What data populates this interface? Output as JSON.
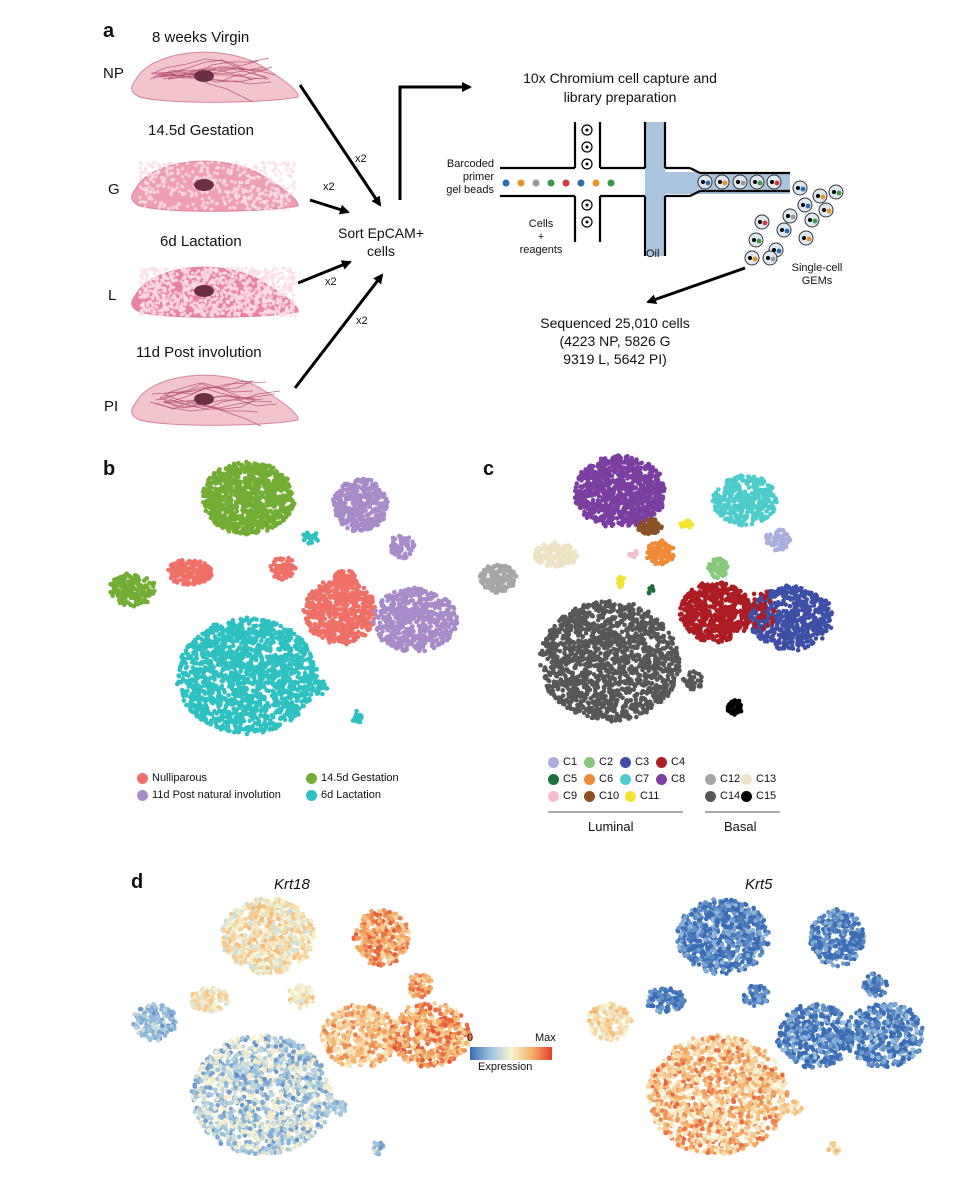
{
  "panels": {
    "a": "a",
    "b": "b",
    "c": "c",
    "d": "d"
  },
  "stages": [
    {
      "title": "8 weeks Virgin",
      "code": "NP",
      "density": "sparse",
      "color": "#f2c4cc"
    },
    {
      "title": "14.5d Gestation",
      "code": "G",
      "density": "medium",
      "color": "#ee9fb4"
    },
    {
      "title": "6d Lactation",
      "code": "L",
      "density": "dense",
      "color": "#ea83a3"
    },
    {
      "title": "11d Post involution",
      "code": "PI",
      "density": "sparse",
      "color": "#f2c4cc"
    }
  ],
  "replicate_labels": [
    "x2",
    "x2",
    "x2",
    "x2"
  ],
  "sort_label": {
    "line1": "Sort EpCAM+",
    "line2": "cells"
  },
  "capture": {
    "title_line1": "10x Chromium cell capture and",
    "title_line2": "library preparation",
    "beads_line1": "Barcoded",
    "beads_line2": "primer",
    "beads_line3": "gel beads",
    "cells_line1": "Cells",
    "cells_line2": "+",
    "cells_line3": "reagents",
    "oil": "Oil",
    "gems_line1": "Single-cell",
    "gems_line2": "GEMs",
    "bead_colors": [
      "#2b6cb0",
      "#e8922e",
      "#999999",
      "#3a9a4a",
      "#d23a3a",
      "#2b6cb0",
      "#e8922e",
      "#3a9a4a"
    ],
    "oil_color": "#a9c4dd"
  },
  "sequenced": {
    "line1": "Sequenced 25,010 cells",
    "line2": "(4223 NP, 5826 G",
    "line3": "9319 L, 5642 PI)"
  },
  "legend_b": [
    {
      "label": "Nulliparous",
      "color": "#ef7067"
    },
    {
      "label": "11d Post natural involution",
      "color": "#a88bc9"
    },
    {
      "label": "14.5d Gestation",
      "color": "#73ad35"
    },
    {
      "label": "6d Lactation",
      "color": "#2fc1c1"
    }
  ],
  "legend_c": [
    {
      "label": "C1",
      "color": "#a9aedc"
    },
    {
      "label": "C2",
      "color": "#86c97a"
    },
    {
      "label": "C3",
      "color": "#3f4fa6"
    },
    {
      "label": "C4",
      "color": "#ac1c23"
    },
    {
      "label": "C5",
      "color": "#1e6e3c"
    },
    {
      "label": "C6",
      "color": "#ef8a36"
    },
    {
      "label": "C7",
      "color": "#4ecbcb"
    },
    {
      "label": "C8",
      "color": "#7b3fa0"
    },
    {
      "label": "C9",
      "color": "#f4bed0"
    },
    {
      "label": "C10",
      "color": "#8b5224"
    },
    {
      "label": "C11",
      "color": "#f3e435"
    },
    {
      "label": "C12",
      "color": "#a6a6a6"
    },
    {
      "label": "C13",
      "color": "#ede3c5"
    },
    {
      "label": "C14",
      "color": "#575757"
    },
    {
      "label": "C15",
      "color": "#000000"
    }
  ],
  "groups": {
    "luminal": "Luminal",
    "basal": "Basal"
  },
  "panel_d": {
    "gene1": "Krt18",
    "gene2": "Krt5",
    "scale_min": "0",
    "scale_max": "Max",
    "scale_title": "Expression",
    "scale_colors": [
      "#3b6db4",
      "#9cc3e0",
      "#f7f4d2",
      "#f6b36b",
      "#e0412a"
    ]
  }
}
